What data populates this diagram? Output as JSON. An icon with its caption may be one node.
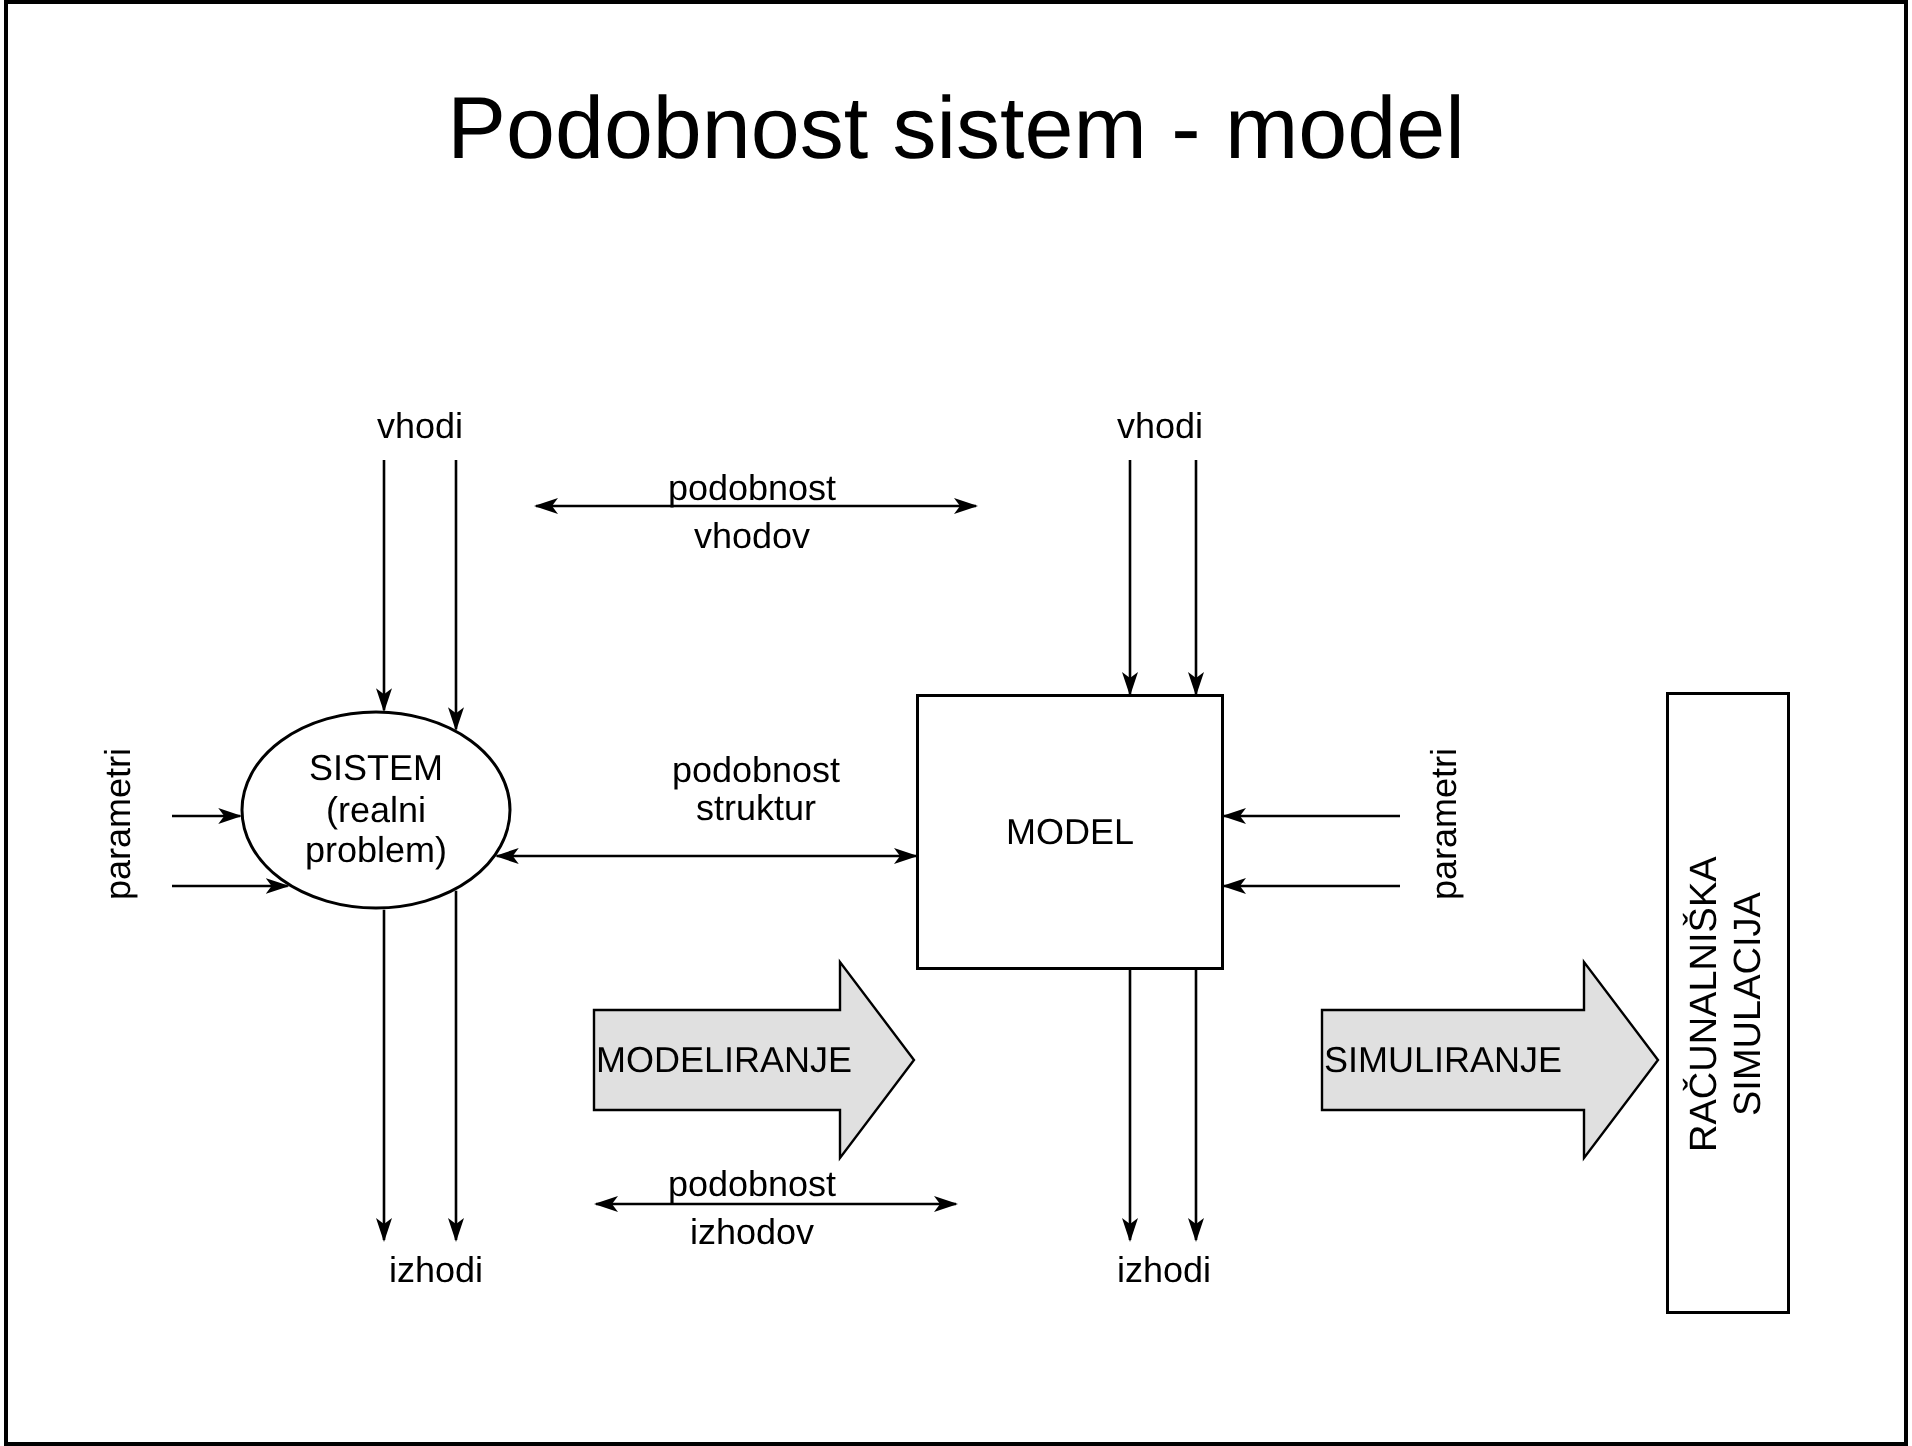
{
  "diagram": {
    "title": "Podobnost sistem - model",
    "nodes": [
      {
        "text": [
          "vhodi"
        ]
      },
      {
        "text": [
          "SISTEM (realni problem)"
        ]
      },
      {
        "text": [
          "parametri"
        ]
      },
      {
        "text": [
          "izhodi"
        ]
      },
      {
        "text": [
          "vhodi"
        ]
      },
      {
        "text": [
          "MODEL"
        ]
      },
      {
        "text": [
          "parametri"
        ]
      },
      {
        "text": [
          "izhodi"
        ]
      },
      {
        "text": [
          "MODELIRANJE"
        ]
      },
      {
        "text": [
          "SIMULIRANJE"
        ]
      },
      {
        "text": [
          "RAČUNALNIŠKA SIMULACIJA"
        ]
      }
    ],
    "edges": [
      {
        "from": 0,
        "to": 1,
        "arrow": "to"
      },
      {
        "from": 0,
        "to": 1,
        "arrow": "to"
      },
      {
        "from": 2,
        "to": 1,
        "arrow": "to"
      },
      {
        "from": 2,
        "to": 1,
        "arrow": "to"
      },
      {
        "from": 1,
        "to": 3,
        "arrow": "to"
      },
      {
        "from": 1,
        "to": 3,
        "arrow": "to"
      },
      {
        "from": 4,
        "to": 5,
        "arrow": "to"
      },
      {
        "from": 4,
        "to": 5,
        "arrow": "to"
      },
      {
        "from": 6,
        "to": 5,
        "arrow": "to"
      },
      {
        "from": 6,
        "to": 5,
        "arrow": "to"
      },
      {
        "from": 5,
        "to": 7,
        "arrow": "to"
      },
      {
        "from": 5,
        "to": 7,
        "arrow": "to"
      },
      {
        "from": 1,
        "to": 5,
        "arrow": "both",
        "label": "podobnost struktur"
      }
    ],
    "labels": [
      "podobnost vhodov",
      "podobnost izhodov"
    ]
  }
}
